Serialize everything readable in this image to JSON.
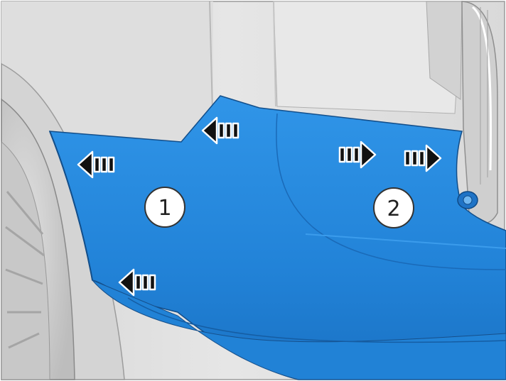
{
  "figure": {
    "colors": {
      "background": "#ffffff",
      "body_light": "#e3e3e3",
      "body_mid": "#cfcfcf",
      "body_dark": "#b5b5b5",
      "outline": "#8a8a8a",
      "bumper": "#2a8be0",
      "bumper_dark": "#1f6fbd",
      "bumper_edge": "#124e8a",
      "arrow_fill": "#111111",
      "arrow_outline": "#ffffff"
    },
    "callouts": [
      {
        "id": "1",
        "label": "1"
      },
      {
        "id": "2",
        "label": "2"
      }
    ],
    "arrows": [
      {
        "id": "arrow-left-upper",
        "direction": "left"
      },
      {
        "id": "arrow-left-center",
        "direction": "left"
      },
      {
        "id": "arrow-left-lower",
        "direction": "left"
      },
      {
        "id": "arrow-right-inner",
        "direction": "right"
      },
      {
        "id": "arrow-right-outer",
        "direction": "right"
      }
    ]
  }
}
